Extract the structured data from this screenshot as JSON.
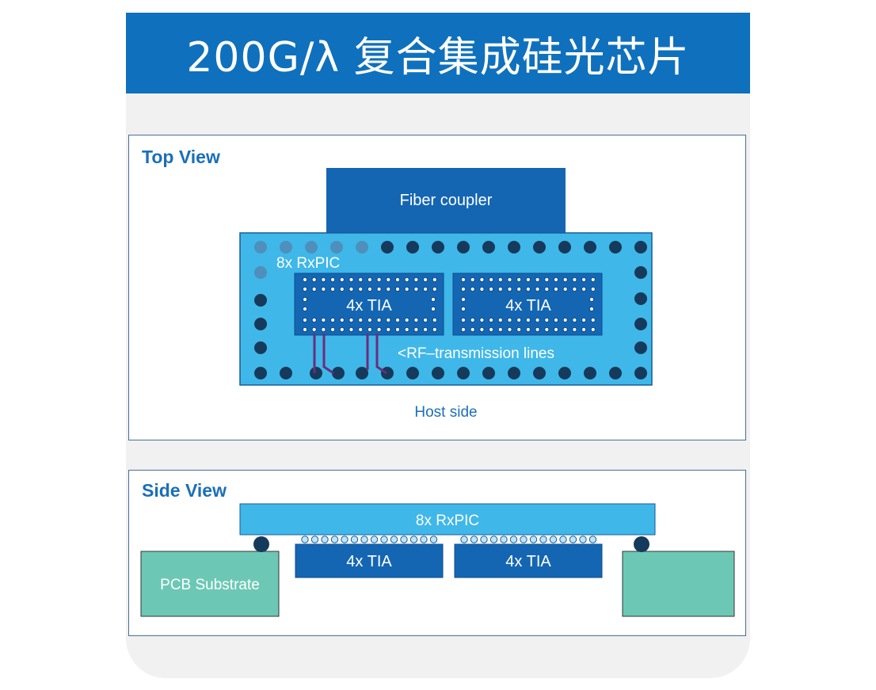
{
  "header": {
    "title": "200G/λ 复合集成硅光芯片"
  },
  "top_view": {
    "title": "Top View",
    "fiber_coupler_label": "Fiber coupler",
    "rxpic_label": "8x RxPIC",
    "tia_left_label": "4x TIA",
    "tia_right_label": "4x TIA",
    "rf_lines_label": "<RF–transmission lines",
    "host_side_label": "Host side"
  },
  "side_view": {
    "title": "Side View",
    "rxpic_label": "8x RxPIC",
    "tia_left_label": "4x TIA",
    "tia_right_label": "4x TIA",
    "pcb_label": "PCB Substrate"
  },
  "colors": {
    "header_blue": "#0f70bd",
    "title_blue": "#1a6fba",
    "dark_blue": "#1466b3",
    "light_blue": "#3fb7e9",
    "bump_dark": "#163a5c",
    "pcb_green": "#6cc8b5",
    "rf_purple": "#6b2d7b"
  }
}
